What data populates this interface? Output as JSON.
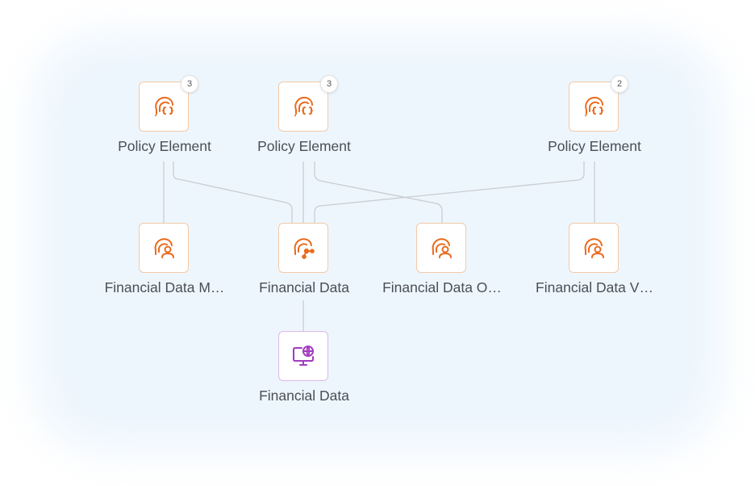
{
  "colors": {
    "edge": "#c9cdd2",
    "orange_icon": "#ea6b1e",
    "orange_border": "#f4c9a6",
    "purple_icon": "#a23bbf",
    "purple_border": "#dcb6e8",
    "label_text": "#4a4f57",
    "background_glow": "#eef6fd"
  },
  "nodes": {
    "policy_1": {
      "label": "Policy Element",
      "badge": "3",
      "icon": "policy-code-icon"
    },
    "policy_2": {
      "label": "Policy Element",
      "badge": "3",
      "icon": "policy-code-icon"
    },
    "policy_3": {
      "label": "Policy Element",
      "badge": "2",
      "icon": "policy-code-icon"
    },
    "fin_m": {
      "label": "Financial Data M…",
      "icon": "policy-user-icon"
    },
    "fin_center": {
      "label": "Financial Data",
      "icon": "policy-share-icon"
    },
    "fin_o": {
      "label": "Financial Data O…",
      "icon": "policy-user-icon"
    },
    "fin_v": {
      "label": "Financial Data V…",
      "icon": "policy-user-icon"
    },
    "fin_bottom": {
      "label": "Financial Data",
      "icon": "monitor-globe-icon"
    }
  },
  "edges": [
    {
      "from": "policy_1",
      "to": "fin_m"
    },
    {
      "from": "policy_1",
      "to": "fin_center"
    },
    {
      "from": "policy_2",
      "to": "fin_center"
    },
    {
      "from": "policy_2",
      "to": "fin_o"
    },
    {
      "from": "policy_3",
      "to": "fin_center"
    },
    {
      "from": "policy_3",
      "to": "fin_v"
    },
    {
      "from": "fin_center",
      "to": "fin_bottom"
    }
  ]
}
